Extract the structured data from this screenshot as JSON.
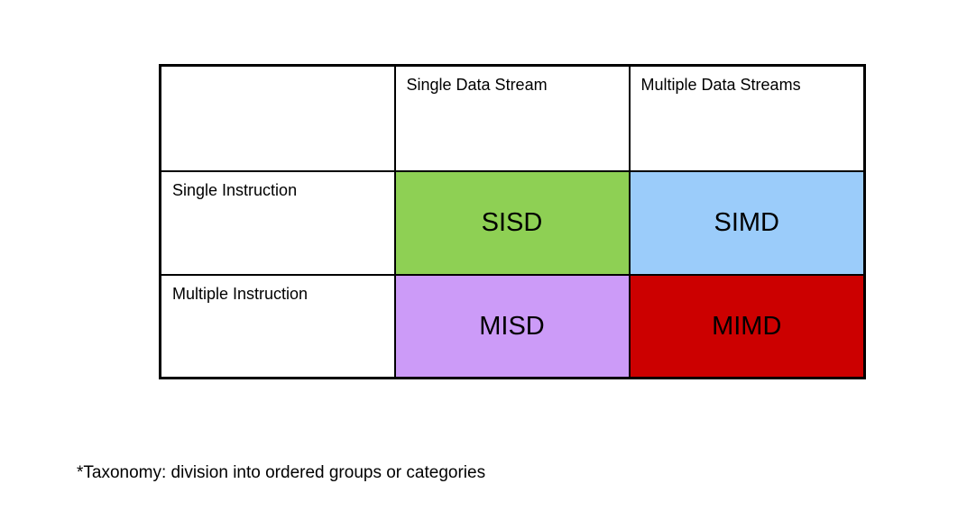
{
  "table": {
    "column_headers": [
      "",
      "Single Data Stream",
      "Multiple Data Streams"
    ],
    "rows": [
      {
        "label": "Single Instruction",
        "cells": [
          {
            "text": "SISD",
            "bg": "#8ed054"
          },
          {
            "text": "SIMD",
            "bg": "#9bccfa"
          }
        ]
      },
      {
        "label": "Multiple Instruction",
        "cells": [
          {
            "text": "MISD",
            "bg": "#cc9bf8"
          },
          {
            "text": "MIMD",
            "bg": "#cc0000"
          }
        ]
      }
    ]
  },
  "footnote": "*Taxonomy: division into ordered groups or categories",
  "colors": {
    "background": "#ffffff",
    "border": "#000000",
    "text": "#000000",
    "cell_sisd": "#8ed054",
    "cell_simd": "#9bccfa",
    "cell_misd": "#cc9bf8",
    "cell_mimd": "#cc0000"
  }
}
